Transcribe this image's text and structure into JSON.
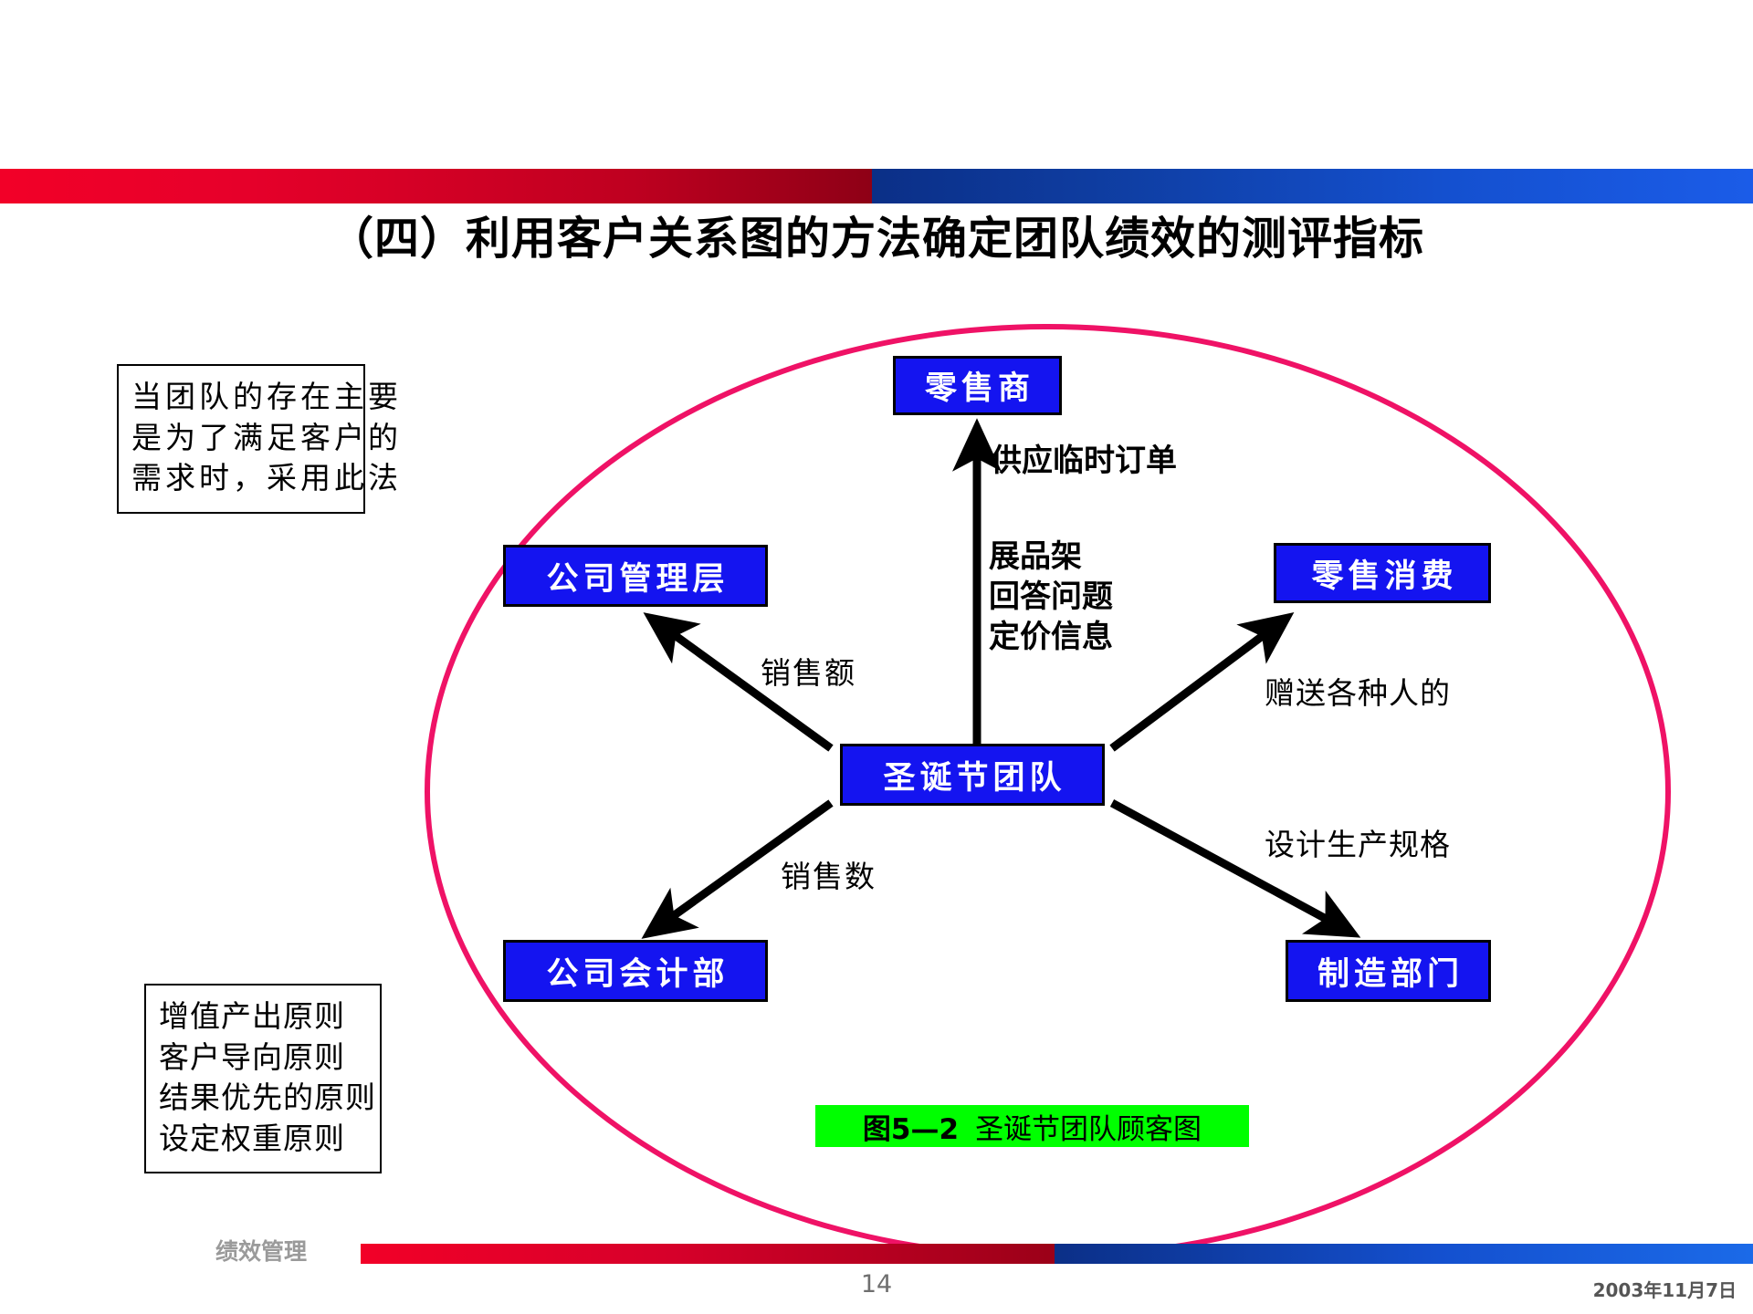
{
  "slide": {
    "title": "（四）利用客户关系图的方法确定团队绩效的测评指标",
    "accent_colors": {
      "red": "#e6002a",
      "blue": "#1450cf",
      "ellipse_pink": "#ef1266",
      "node_blue": "#1414f0",
      "caption_green": "#00ff00"
    }
  },
  "notes": {
    "top": {
      "lines": [
        "当团队的存在主要",
        "是为了满足客户的",
        "需求时，采用此法"
      ]
    },
    "bottom": {
      "lines": [
        "增值产出原则",
        "客户导向原则",
        "结果优先的原则",
        "设定权重原则"
      ]
    }
  },
  "diagram": {
    "nodes": [
      {
        "id": "retailer",
        "label": "零售商"
      },
      {
        "id": "management",
        "label": "公司管理层"
      },
      {
        "id": "consumer",
        "label": "零售消费"
      },
      {
        "id": "team",
        "label": "圣诞节团队"
      },
      {
        "id": "accounting",
        "label": "公司会计部"
      },
      {
        "id": "manufacturing",
        "label": "制造部门"
      }
    ],
    "edge_labels": {
      "to_retailer": "供应临时订单",
      "shelf_block": [
        "展品架",
        "回答问题",
        "定价信息"
      ],
      "to_management": "销售额",
      "to_accounting": "销售数",
      "to_consumer": "赠送各种人的",
      "to_manufacturing": "设计生产规格"
    },
    "caption": {
      "figure_no": "图5—2",
      "text": "圣诞节团队顾客图"
    }
  },
  "footer": {
    "label": "绩效管理",
    "page_number": "14",
    "date": "2003年11月7日"
  }
}
